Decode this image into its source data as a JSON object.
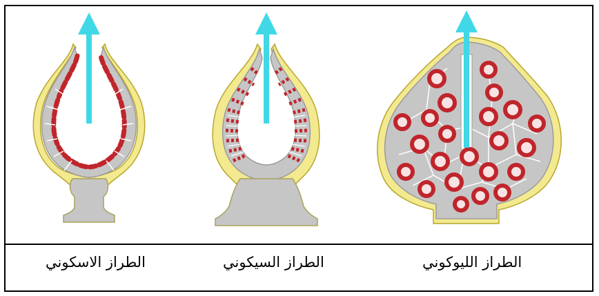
{
  "labels": {
    "ascon": "الطراز الاسكوني",
    "sycon": "الطراز السيكوني",
    "leucon": "الطراز الليوكوني"
  },
  "colors": {
    "body_fill": "#c6c6c6",
    "outline": "#888888",
    "outer_layer": "#f3e98f",
    "choanocyte": "#c0252b",
    "flow_arrow": "#40d8e6"
  }
}
